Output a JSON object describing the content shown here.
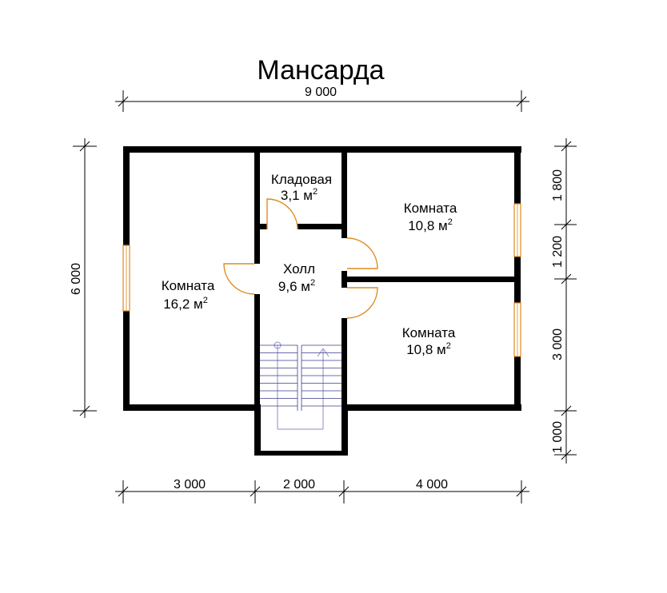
{
  "title": "Мансарда",
  "dimensions": {
    "top_total": "9 000",
    "left_total": "6 000",
    "bottom": [
      "3 000",
      "2 000",
      "4 000"
    ],
    "right": [
      "1 800",
      "1 200",
      "3 000",
      "1 000"
    ]
  },
  "rooms": {
    "storage": {
      "name": "Кладовая",
      "area": "3,1 м",
      "unit_sup": "2"
    },
    "hall": {
      "name": "Холл",
      "area": "9,6 м",
      "unit_sup": "2"
    },
    "room_left": {
      "name": "Комната",
      "area": "16,2 м",
      "unit_sup": "2"
    },
    "room_top_right": {
      "name": "Комната",
      "area": "10,8 м",
      "unit_sup": "2"
    },
    "room_bottom_right": {
      "name": "Комната",
      "area": "10,8 м",
      "unit_sup": "2"
    }
  },
  "colors": {
    "walls": "#000000",
    "doors_windows": "#e08a1e",
    "stairs": "#3c3c8c"
  }
}
